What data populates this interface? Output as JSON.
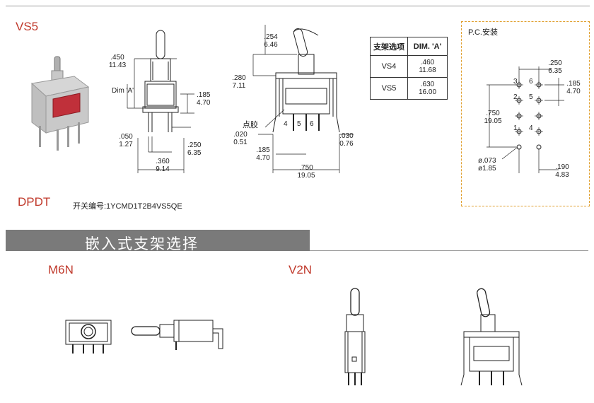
{
  "top": {
    "model": "VS5",
    "pole": "DPDT",
    "part_label": "开关编号:1YCMD1T2B4VS5QE"
  },
  "front_view": {
    "h_inch": ".450",
    "h_mm": "11.43",
    "dim_a": "Dim 'A'",
    "pin_inch": ".185",
    "pin_mm": "4.70",
    "pin_w_inch": ".050",
    "pin_w_mm": "1.27",
    "pitch_inch": ".250",
    "pitch_mm": "6.35",
    "width_inch": ".360",
    "width_mm": "9.14"
  },
  "side_view": {
    "lever_inch": ".254",
    "lever_mm": "6.46",
    "body_inch": ".280",
    "body_mm": "7.11",
    "dot_label": "点胶",
    "pins": [
      "4",
      "5",
      "6"
    ],
    "lead_inch": ".020",
    "lead_mm": "0.51",
    "lead2_inch": ".030",
    "lead2_mm": "0.76",
    "pin_spacing_inch": ".185",
    "pin_spacing_mm": "4.70",
    "width_inch": ".750",
    "width_mm": "19.05"
  },
  "dim_table": {
    "headers": [
      "支架选项",
      "DIM. 'A'"
    ],
    "rows": [
      {
        "option": "VS4",
        "inch": ".460",
        "mm": "11.68"
      },
      {
        "option": "VS5",
        "inch": ".630",
        "mm": "16.00"
      }
    ]
  },
  "pcb": {
    "title": "P.C.安装",
    "pitch_inch": ".250",
    "pitch_mm": "6.35",
    "row_inch": ".185",
    "row_mm": "4.70",
    "height_inch": ".750",
    "height_mm": "19.05",
    "hole_inch": "ø.073",
    "hole_mm": "ø1.85",
    "edge_inch": ".190",
    "edge_mm": "4.83",
    "pin_labels": [
      "3",
      "6",
      "2",
      "5",
      "1",
      "4"
    ]
  },
  "section": {
    "title": "嵌入式支架选择"
  },
  "options": {
    "left": "M6N",
    "right": "V2N"
  }
}
